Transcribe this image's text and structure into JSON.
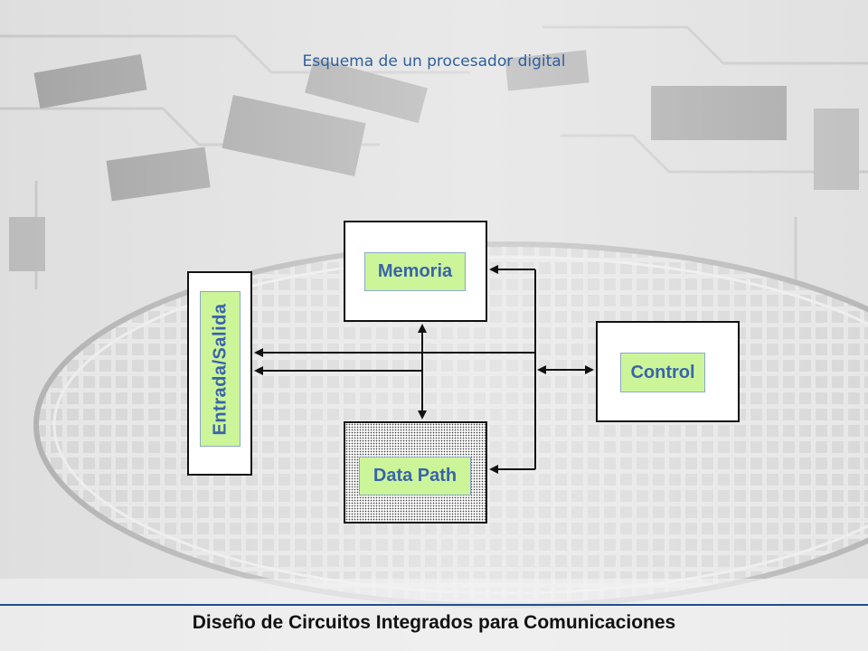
{
  "slide": {
    "title": "Esquema de un procesador digital",
    "footer": "Diseño de Circuitos Integrados  para Comunicaciones"
  },
  "diagram": {
    "blocks": {
      "memoria": "Memoria",
      "entrada_salida": "Entrada/Salida",
      "control": "Control",
      "data_path": "Data Path"
    }
  },
  "colors": {
    "title": "#2f5f9e",
    "label_fill": "#ccf59a",
    "label_text": "#3a64a8",
    "footer_line": "#1f4e8c"
  }
}
